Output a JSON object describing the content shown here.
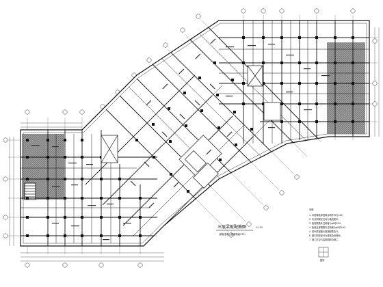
{
  "drawing": {
    "title": "三层梁板配筋图",
    "scale": "1:100",
    "subtitle": "（梁板混凝土强度等级C30）",
    "notes_header": "说明",
    "notes": [
      "1. 本层楼板厚度除注明外均为120。",
      "2. 未注明梁定位均为轴线居中。",
      "3. 板底钢筋未注明者为φ8@200。",
      "4. 板面支座钢筋未注明者为φ8@200。",
      "5. 梁纵筋锚固长度按图集执行。",
      "6. 图中阴影部分为楼梯及电梯间。",
      "7. 施工时应与建筑图配合施工。"
    ],
    "notes_footer": "图例"
  },
  "colors": {
    "line": "#1a1a1a",
    "hatch": "#6a6a6a",
    "paper": "#ffffff"
  }
}
